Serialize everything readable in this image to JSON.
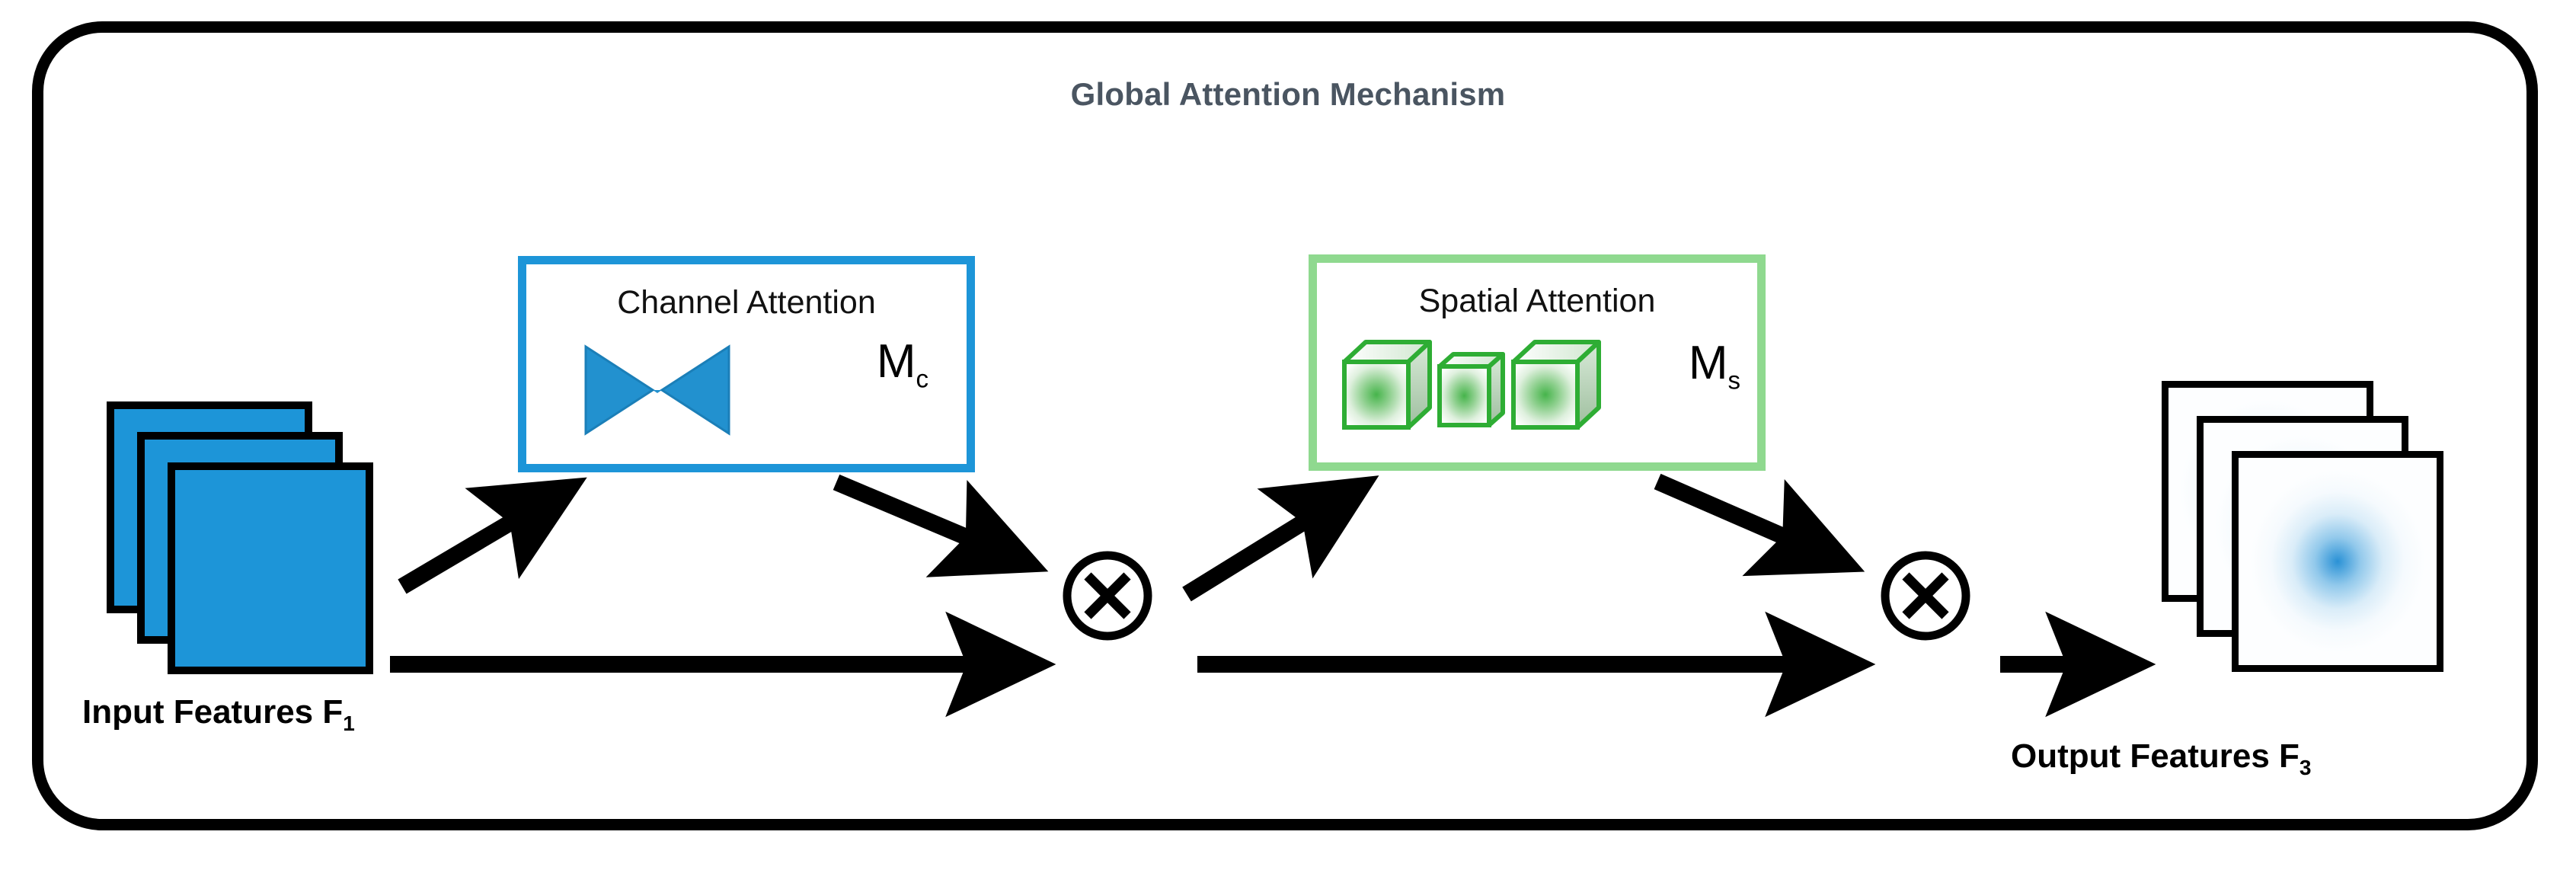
{
  "figure": {
    "title": "Global Attention Mechanism",
    "title_color": "#4a5561",
    "frame_color": "#000000",
    "background": "#ffffff"
  },
  "input": {
    "label_text": "Input Features F",
    "label_subscript": "1",
    "sheet_count": 3,
    "sheet_color": "#1d95d8",
    "sheet_outline": "#000000"
  },
  "output": {
    "label_text": "Output Features F",
    "label_subscript": "3",
    "sheet_count": 3,
    "heatmap_color": "#1888d2",
    "sheet_outline": "#000000"
  },
  "channel_attention": {
    "title": "Channel Attention",
    "symbol": "M",
    "symbol_subscript": "c",
    "border_color": "#1d95d8",
    "icon_name": "bowtie-icon",
    "icon_color": "#2291cf"
  },
  "spatial_attention": {
    "title": "Spatial Attention",
    "symbol": "M",
    "symbol_subscript": "s",
    "border_color": "#8fd98f",
    "icon_name": "cube-row-icon",
    "icon_color": "#2ead34",
    "cube_count": 3
  },
  "operators": [
    {
      "name": "multiply-1",
      "glyph": "⊗",
      "label": "multiply"
    },
    {
      "name": "multiply-2",
      "glyph": "⊗",
      "label": "multiply"
    }
  ],
  "connections": [
    {
      "name": "input-to-channel-attention",
      "from": "input-features",
      "to": "channel-attention",
      "style": "diagonal-arrow"
    },
    {
      "name": "channel-attention-to-multiply-1",
      "from": "channel-attention",
      "to": "multiply-1",
      "style": "diagonal-arrow"
    },
    {
      "name": "input-to-multiply-1",
      "from": "input-features",
      "to": "multiply-1",
      "style": "horizontal-arrow"
    },
    {
      "name": "multiply-1-to-spatial-attention",
      "from": "multiply-1",
      "to": "spatial-attention",
      "style": "diagonal-arrow"
    },
    {
      "name": "spatial-attention-to-multiply-2",
      "from": "spatial-attention",
      "to": "multiply-2",
      "style": "diagonal-arrow"
    },
    {
      "name": "multiply-1-to-multiply-2",
      "from": "multiply-1",
      "to": "multiply-2",
      "style": "horizontal-arrow"
    },
    {
      "name": "multiply-2-to-output",
      "from": "multiply-2",
      "to": "output-features",
      "style": "horizontal-arrow"
    }
  ]
}
